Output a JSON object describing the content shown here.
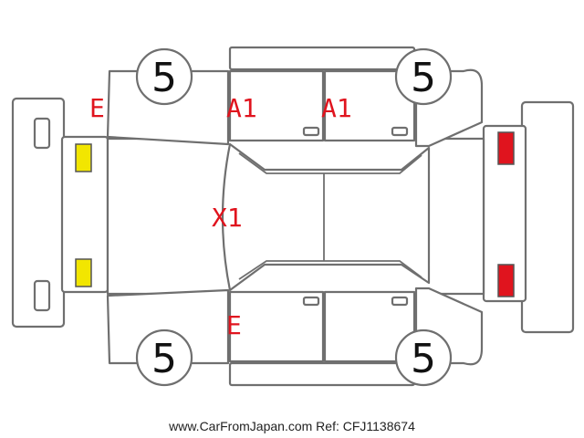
{
  "wheels": {
    "front_left": "5",
    "front_right": "5",
    "rear_left": "5",
    "rear_right": "5"
  },
  "damage_marks": {
    "top_left": "E",
    "top_front_door": "A1",
    "top_rear_door": "A1",
    "roof": "X1",
    "bottom_front_door": "E"
  },
  "lamp_colors": {
    "front": "#f2e600",
    "rear": "#e0141e"
  },
  "footer": {
    "text": "www.CarFromJapan.com Ref: CFJ1138674"
  }
}
